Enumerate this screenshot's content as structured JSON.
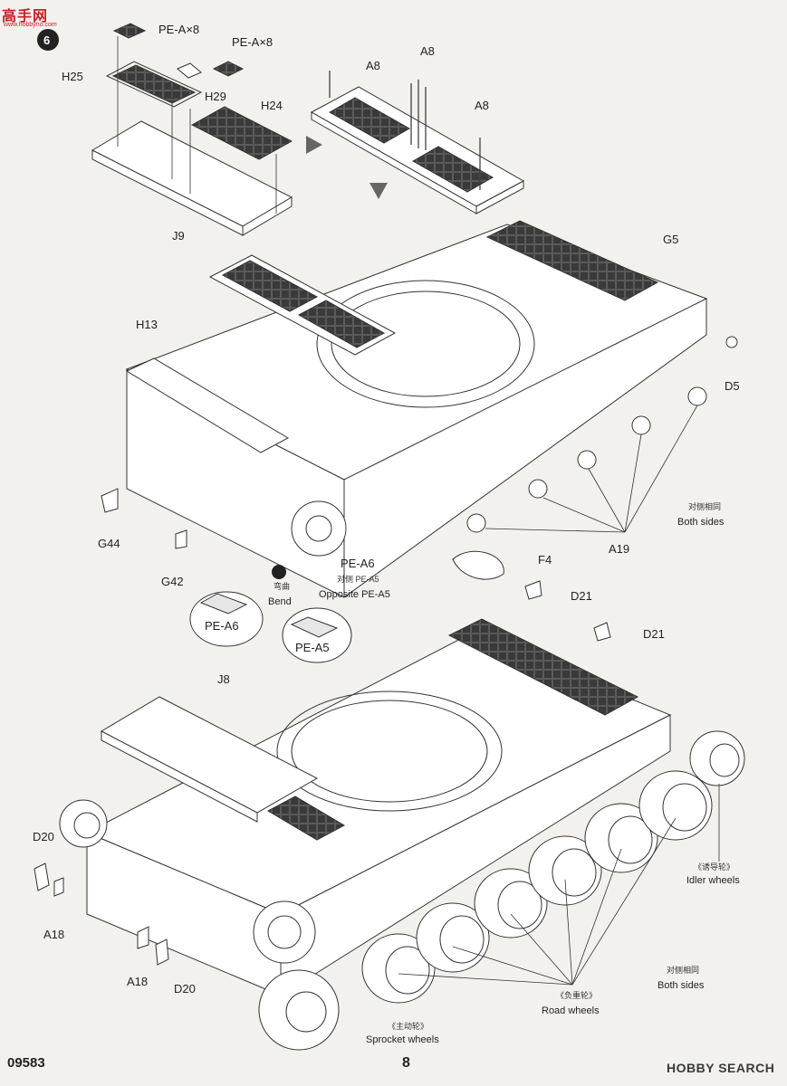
{
  "header": {
    "logo_text": "高手网",
    "logo_sub": "www.hobbyno.com",
    "step_number": "6"
  },
  "parts_upper": {
    "pe_a_x8_1": "PE-A×8",
    "pe_a_x8_2": "PE-A×8",
    "h25": "H25",
    "h29": "H29",
    "h24": "H24",
    "j9": "J9",
    "a8_1": "A8",
    "a8_2": "A8",
    "a8_3": "A8",
    "g5": "G5",
    "d5": "D5",
    "h13": "H13",
    "g44": "G44",
    "g42": "G42",
    "a19": "A19",
    "both_sides_cn": "对侧相同",
    "both_sides": "Both sides",
    "pe_a6": "PE-A6",
    "opposite_cn": "对侧 PE-A5",
    "opposite": "Opposite PE-A5",
    "bend_cn": "弯曲",
    "bend": "Bend",
    "f4": "F4",
    "bubble_pe_a6": "PE-A6",
    "bubble_pe_a5": "PE-A5"
  },
  "parts_lower": {
    "d21_1": "D21",
    "d21_2": "D21",
    "j8": "J8",
    "d20_1": "D20",
    "a18_1": "A18",
    "a18_2": "A18",
    "d20_2": "D20",
    "idler_cn": "《诱导轮》",
    "idler": "Idler wheels",
    "both_sides_cn": "对侧相同",
    "both_sides": "Both sides",
    "road_cn": "《负重轮》",
    "road": "Road  wheels",
    "sprocket_cn": "《主动轮》",
    "sprocket": "Sprocket wheels"
  },
  "footer": {
    "kit_code": "09583",
    "page_number": "8",
    "brand": "HOBBY SEARCH"
  },
  "colors": {
    "line": "#333333",
    "light_line": "#777777",
    "grille": "#4a4a4a",
    "logo_red": "#c8202a"
  }
}
